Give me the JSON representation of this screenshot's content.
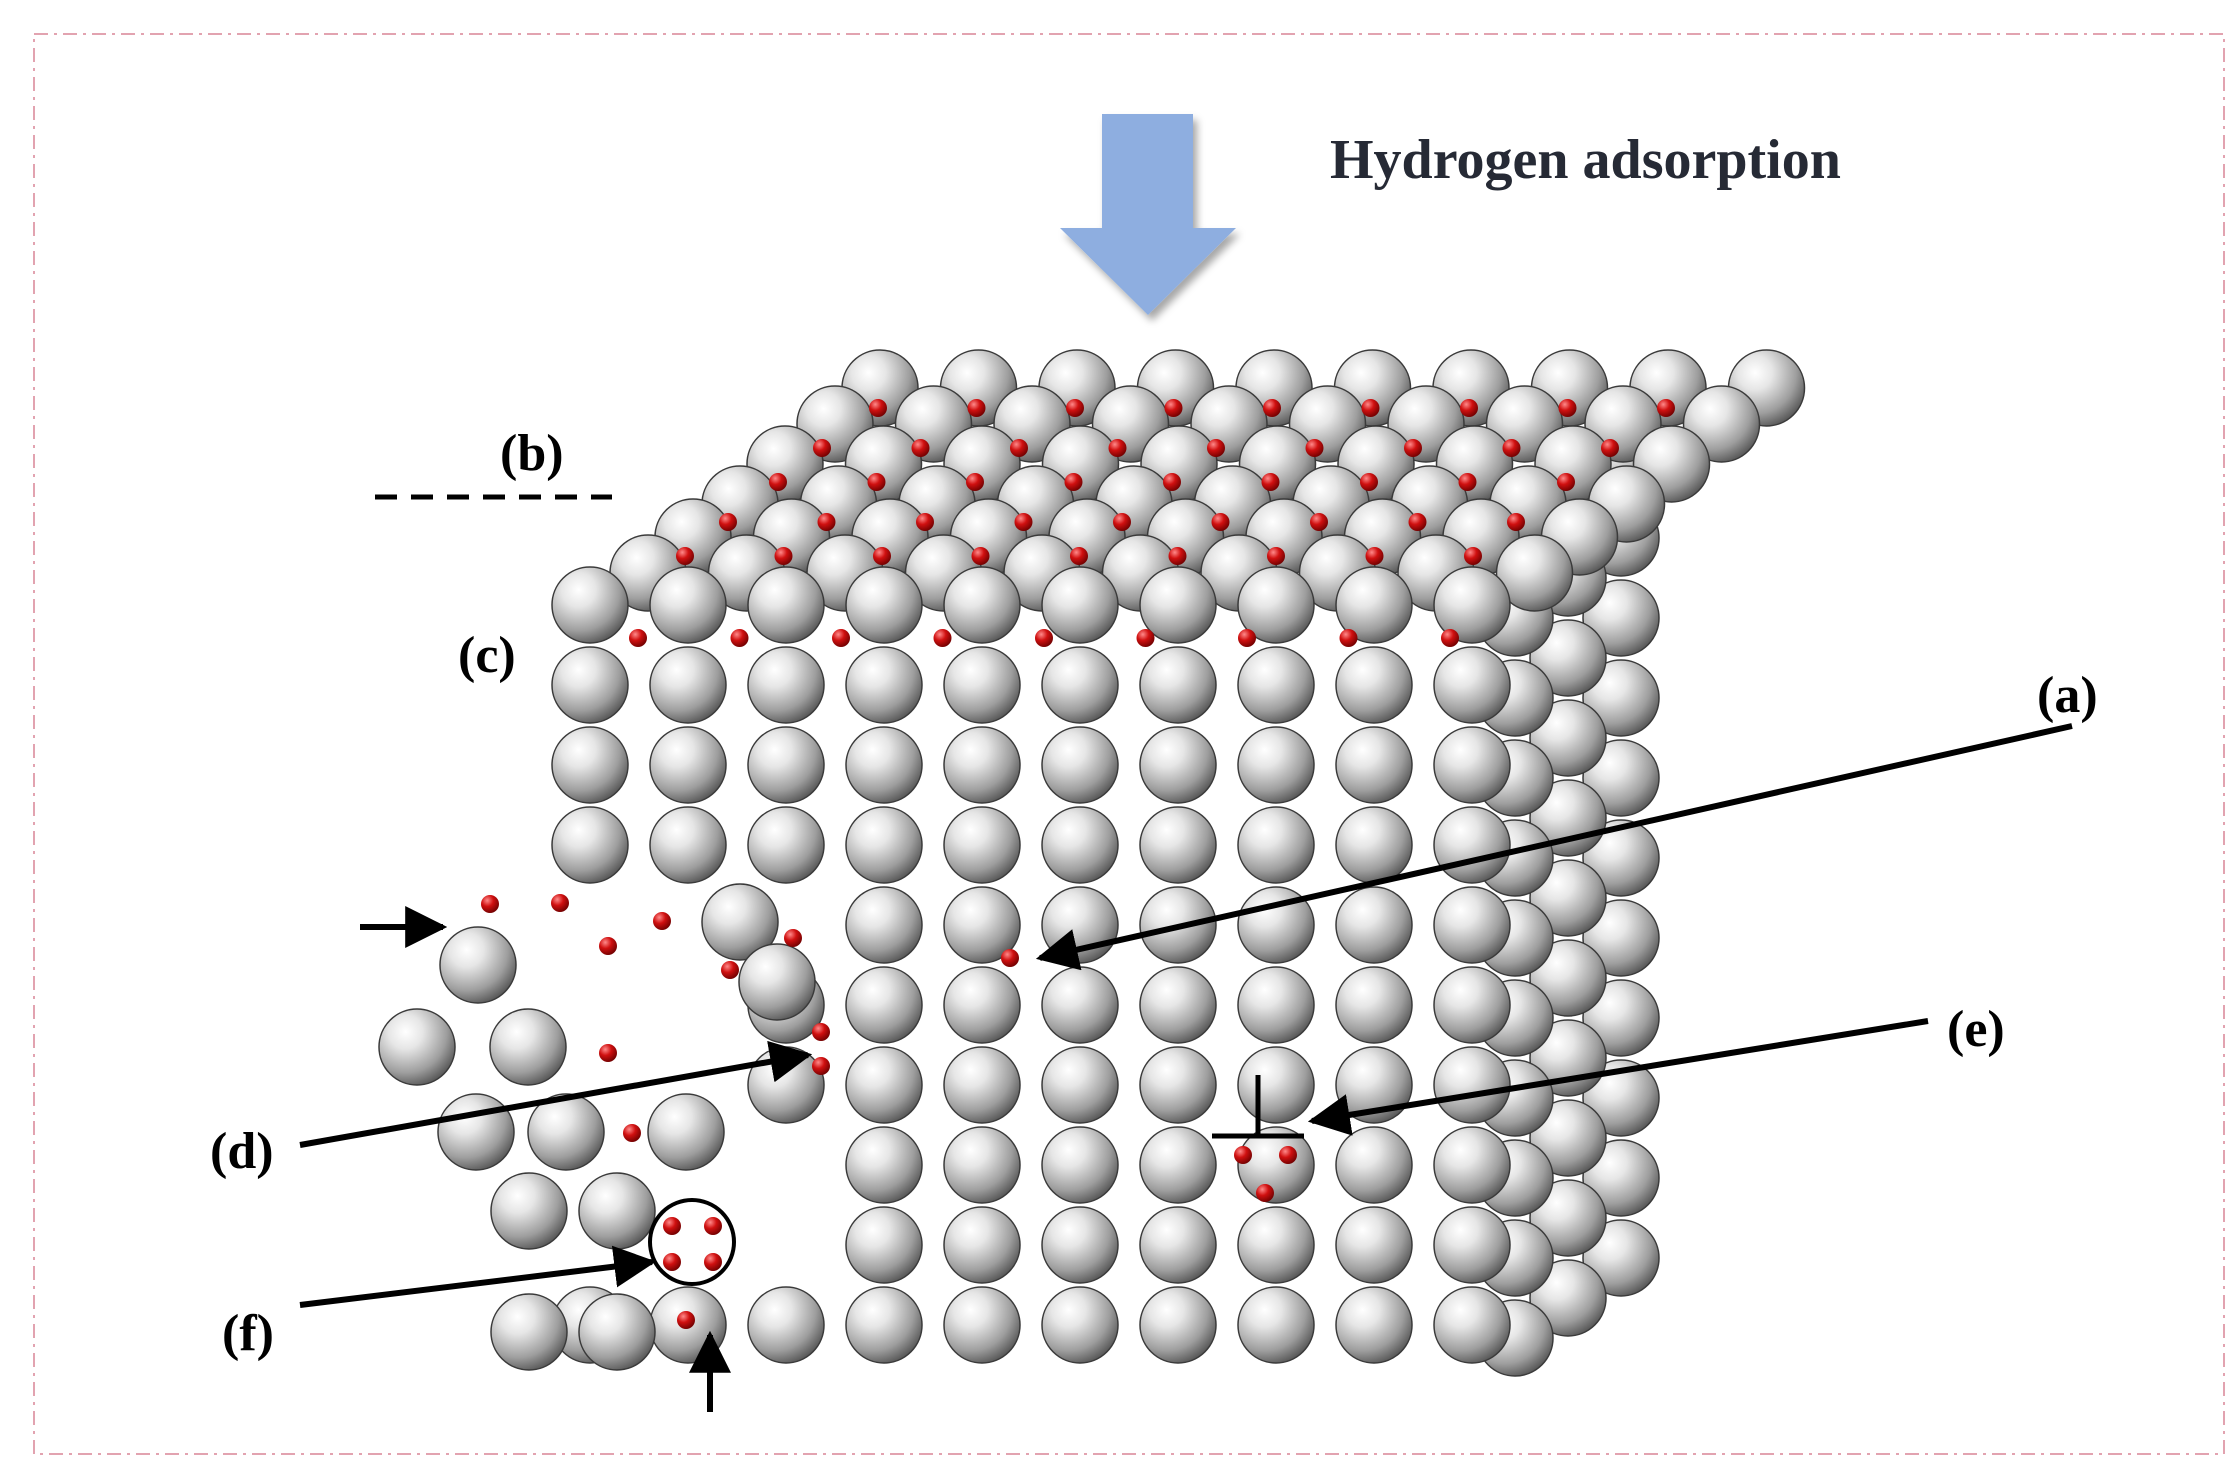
{
  "title": "Hydrogen adsorption",
  "labels": {
    "a": "(a)",
    "b": "(b)",
    "c": "(c)",
    "d": "(d)",
    "e": "(e)",
    "f": "(f)"
  },
  "colors": {
    "metal_atom": "#b9b9b9",
    "hydrogen_atom": "#cc1111",
    "arrow_fill": "#8eaee0",
    "frame_border": "#e2a3b0"
  }
}
